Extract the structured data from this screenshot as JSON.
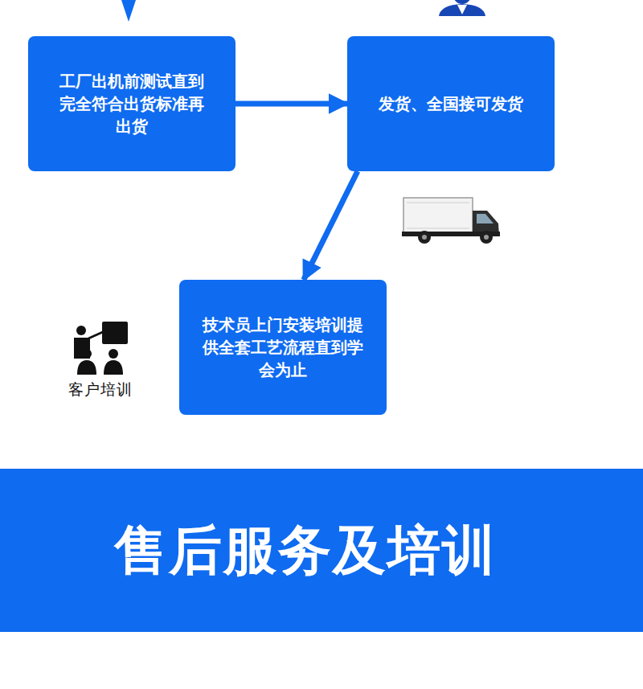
{
  "diagram": {
    "nodes": [
      {
        "text": [
          "工厂出机前测试直到完全符合出货标准再出货"
        ]
      },
      {
        "text": [
          "发货、全国接可发货"
        ]
      },
      {
        "text": [
          "技术员上门安装培训提供全套工艺流程直到学会为止"
        ]
      },
      {
        "text": [
          "售后服务及培训"
        ]
      }
    ],
    "edges": [
      {
        "from": 0,
        "to": 1,
        "arrow": "to"
      },
      {
        "from": 1,
        "to": 2,
        "arrow": "to"
      }
    ],
    "labels": [
      "客户培训"
    ]
  }
}
